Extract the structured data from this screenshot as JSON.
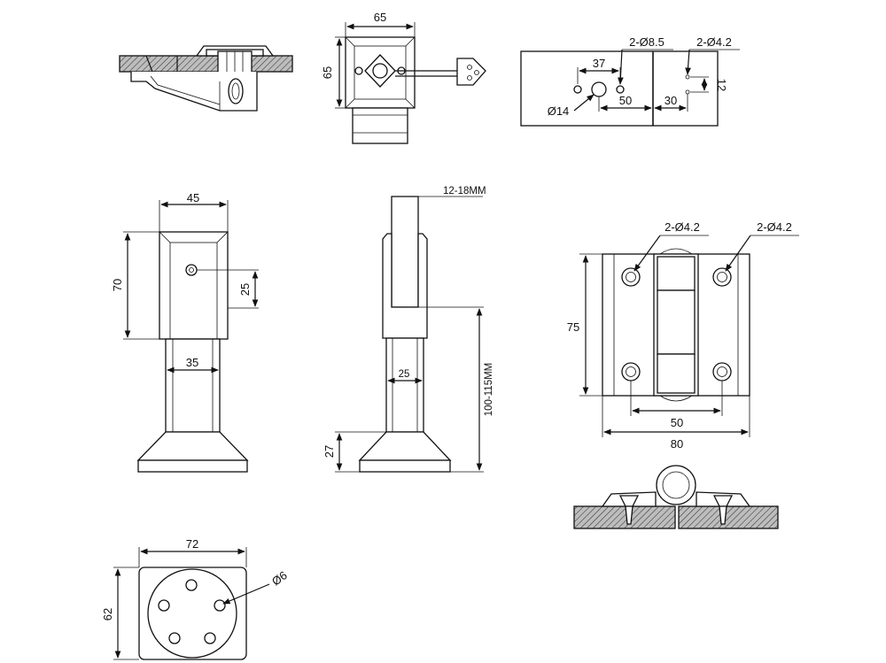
{
  "lock_top": {
    "width": "65",
    "height": "65"
  },
  "lock_holes": {
    "hole_a": "2-Ø8.5",
    "hole_b": "2-Ø4.2",
    "spacing_a": "37",
    "spacing_b": "50",
    "spacing_c": "30",
    "spacing_d": "12",
    "center_hole": "Ø14"
  },
  "leg_front": {
    "width": "45",
    "height": "70",
    "hole_height": "25",
    "tube": "35"
  },
  "leg_side": {
    "clamp": "12-18MM",
    "tube": "25",
    "adjust": "100-115MM",
    "base": "27"
  },
  "hinge": {
    "hole_left": "2-Ø4.2",
    "hole_right": "2-Ø4.2",
    "height": "75",
    "hole_spacing": "50",
    "width": "80"
  },
  "base_plate": {
    "width": "72",
    "height": "62",
    "hole": "Ø6"
  }
}
